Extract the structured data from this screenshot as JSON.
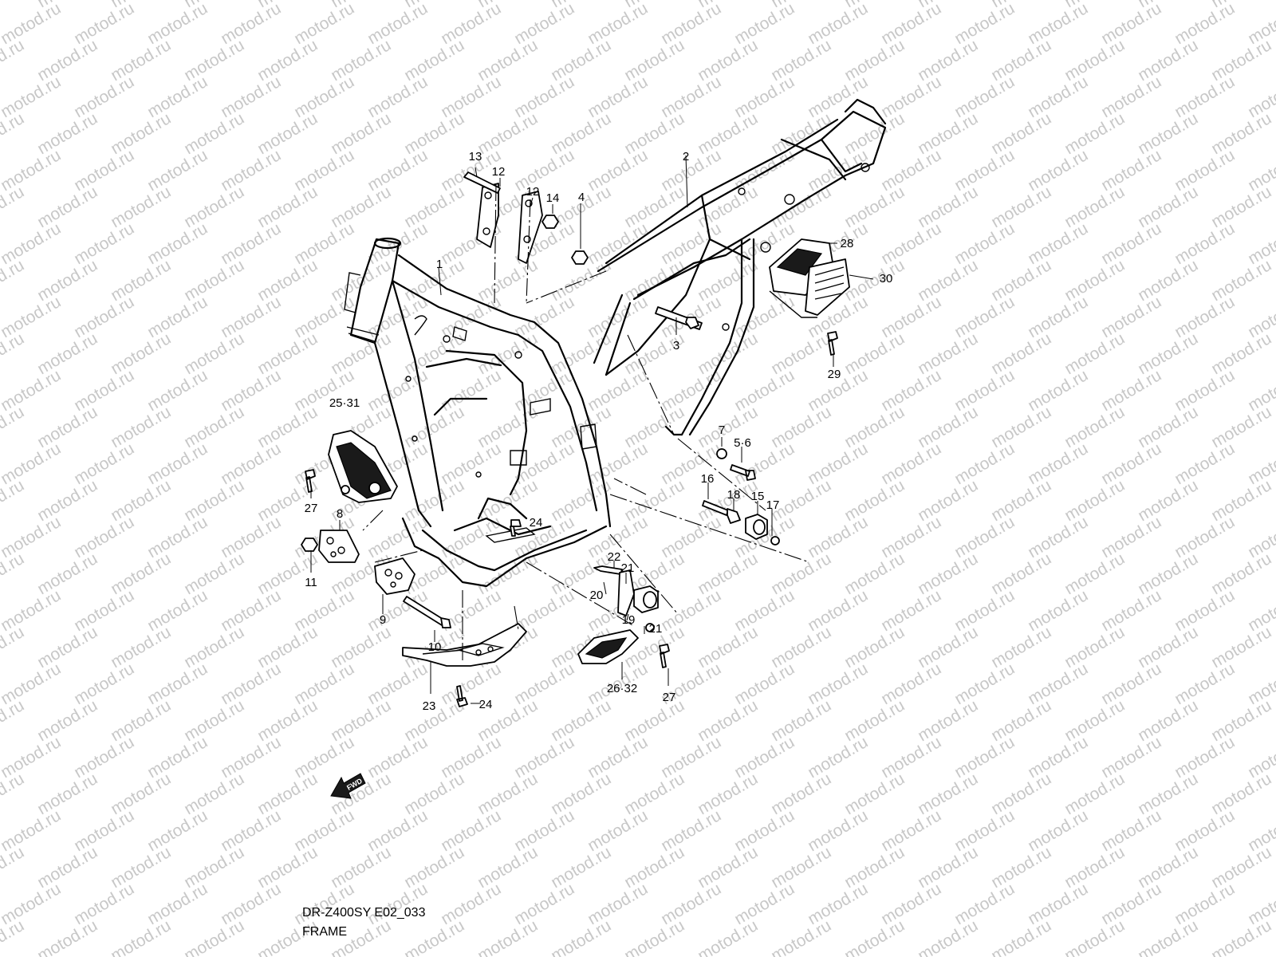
{
  "watermark": {
    "text": "motod.ru"
  },
  "caption": {
    "model_code": "DR-Z400SY E02_033",
    "title": "FRAME"
  },
  "fwd_label": "FWD",
  "callouts": [
    "13",
    "12",
    "12",
    "14",
    "4",
    "2",
    "1",
    "28",
    "30",
    "3",
    "29",
    "25·31",
    "7",
    "5·6",
    "27",
    "16",
    "18",
    "15",
    "17",
    "8",
    "24",
    "11",
    "22",
    "21",
    "9",
    "20",
    "19",
    "21",
    "10",
    "26·32",
    "27",
    "23",
    "24"
  ]
}
